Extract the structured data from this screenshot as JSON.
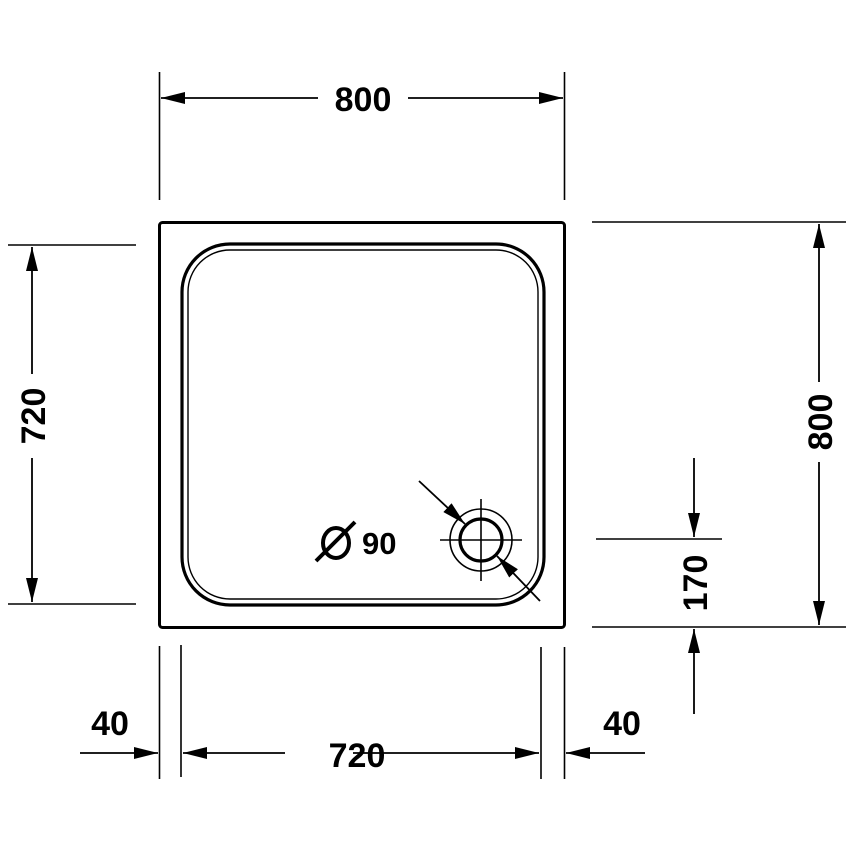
{
  "drawing": {
    "title": "Shower tray technical drawing",
    "units": "mm",
    "colors": {
      "line": "#000000",
      "background": "#ffffff"
    }
  },
  "dimensions": {
    "overall_width": {
      "label": "800",
      "value": 800
    },
    "overall_depth": {
      "label": "800",
      "value": 800
    },
    "inner_depth": {
      "label": "720",
      "value": 720
    },
    "inner_width": {
      "label": "720",
      "value": 720
    },
    "rim_left": {
      "label": "40",
      "value": 40
    },
    "rim_right": {
      "label": "40",
      "value": 40
    },
    "drain_offset": {
      "label": "170",
      "value": 170
    }
  },
  "drain": {
    "diameter_label": "Ø 90",
    "diameter_symbol": "Ø",
    "diameter_value": "90",
    "icon": "drain-circle-icon"
  }
}
